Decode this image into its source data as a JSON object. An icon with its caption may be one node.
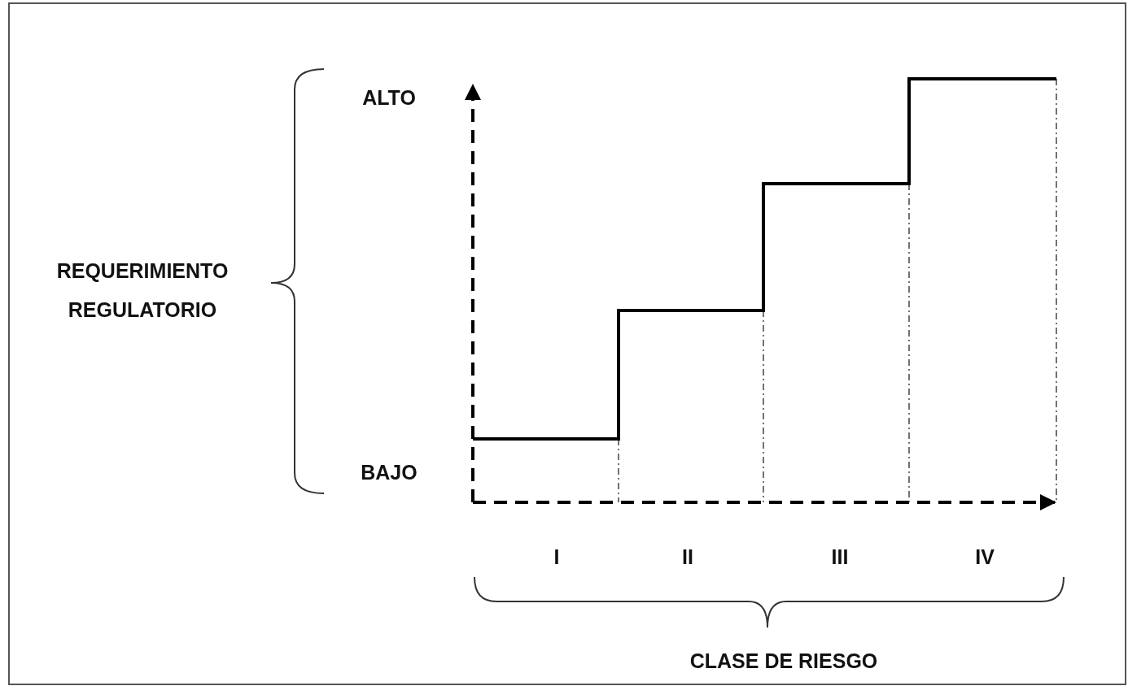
{
  "diagram": {
    "labels": [
      "ALTO",
      "REQUERIMIENTO REGULATORIO",
      "BAJO",
      "I",
      "II",
      "III",
      "IV",
      "CLASE DE RIESGO"
    ]
  }
}
